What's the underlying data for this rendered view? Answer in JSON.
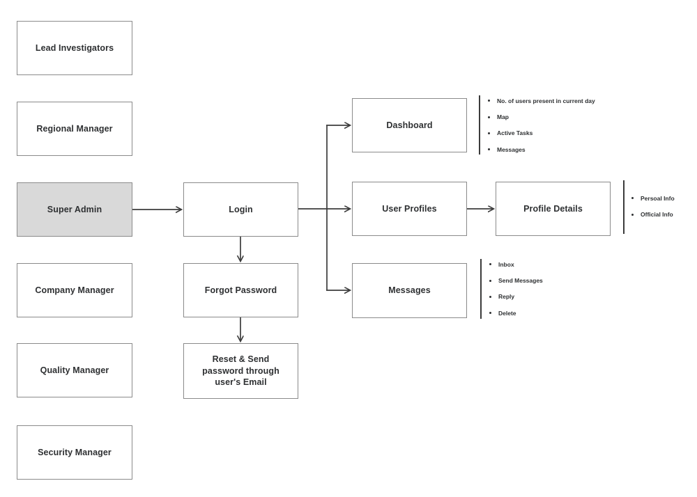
{
  "colors": {
    "line": "#3b3b3b",
    "box_border": "#8a8a8a",
    "text": "#2e3032",
    "highlight_fill": "#d9d9d9",
    "background": "#ffffff"
  },
  "roles": [
    {
      "label": "Lead Investigators",
      "highlighted": false
    },
    {
      "label": "Regional Manager",
      "highlighted": false
    },
    {
      "label": "Super Admin",
      "highlighted": true
    },
    {
      "label": "Company Manager",
      "highlighted": false
    },
    {
      "label": "Quality Manager",
      "highlighted": false
    },
    {
      "label": "Security Manager",
      "highlighted": false
    }
  ],
  "flow": {
    "login": "Login",
    "forgot_password": "Forgot Password",
    "reset_password": "Reset & Send password through user's Email",
    "dashboard": "Dashboard",
    "user_profiles": "User Profiles",
    "messages": "Messages",
    "profile_details": "Profile Details"
  },
  "feature_lists": {
    "dashboard": [
      "No. of users present in current day",
      "Map",
      "Active Tasks",
      "Messages"
    ],
    "messages": [
      "Inbox",
      "Send Messages",
      "Reply",
      "Delete"
    ],
    "profile_details": [
      "Persoal Info",
      "Official Info"
    ]
  }
}
